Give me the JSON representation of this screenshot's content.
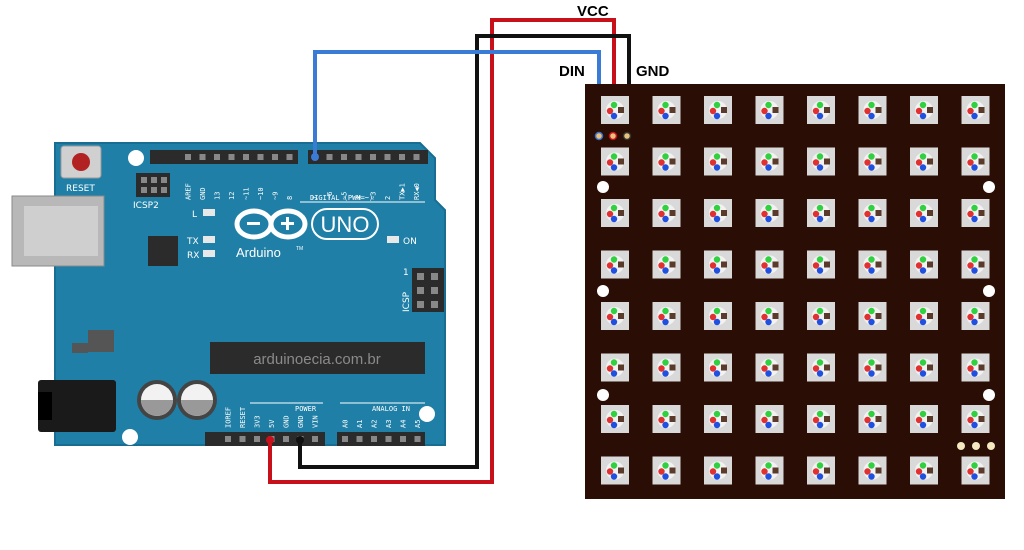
{
  "wires": {
    "vcc_label": "VCC",
    "din_label": "DIN",
    "gnd_label": "GND",
    "colors": {
      "vcc": "#c8101a",
      "gnd": "#111111",
      "din": "#3a7bd5"
    }
  },
  "arduino": {
    "reset_label": "RESET",
    "icsp2_label": "ICSP2",
    "logo_brand": "Arduino",
    "logo_model": "UNO",
    "tm": "TM",
    "led_l": "L",
    "led_tx": "TX",
    "led_rx": "RX",
    "on_label": "ON",
    "icsp_label": "ICSP",
    "icsp_one": "1",
    "digital_label": "DIGITAL (PWM=~)",
    "power_label": "POWER",
    "analog_label": "ANALOG IN",
    "watermark": "arduinoecia.com.br",
    "digital_pins": [
      "AREF",
      "GND",
      "13",
      "12",
      "~11",
      "~10",
      "~9",
      "8",
      "7",
      "~6",
      "~5",
      "4",
      "~3",
      "2",
      "TX▶1",
      "RX◀0"
    ],
    "power_pins": [
      "IOREF",
      "RESET",
      "3V3",
      "5V",
      "GND",
      "GND",
      "VIN"
    ],
    "analog_pins": [
      "A0",
      "A1",
      "A2",
      "A3",
      "A4",
      "A5"
    ],
    "colors": {
      "board": "#1f7fa6",
      "board_edge": "#186e92",
      "header": "#2b2b2b"
    }
  },
  "matrix": {
    "rows": 8,
    "cols": 8,
    "colors": {
      "pcb": "#2a0d05",
      "led_body": "#d9d9d9",
      "red": "#e03030",
      "green": "#30d040",
      "blue": "#2050e0"
    }
  }
}
